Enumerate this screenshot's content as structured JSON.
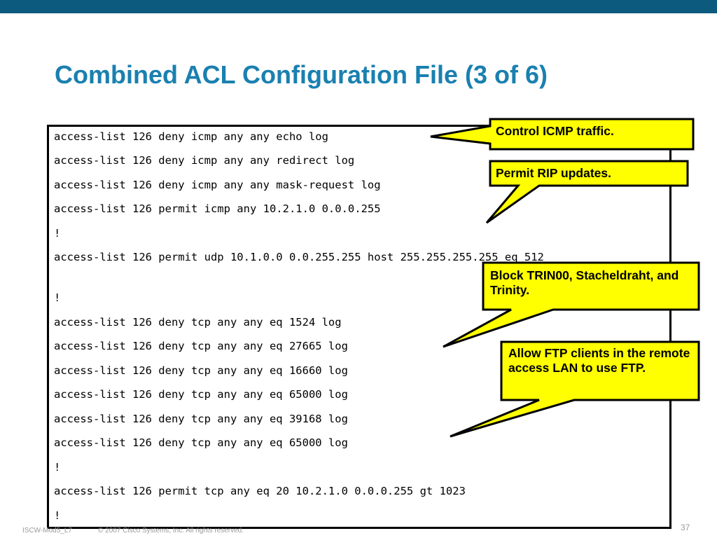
{
  "slide": {
    "title": "Combined ACL Configuration File (3 of 6)"
  },
  "code": {
    "lines": [
      "access-list 126 deny icmp any any echo log",
      "access-list 126 deny icmp any any redirect log",
      "access-list 126 deny icmp any any mask-request log",
      "access-list 126 permit icmp any 10.2.1.0 0.0.0.255",
      "!",
      "access-list 126 permit udp 10.1.0.0 0.0.255.255 host 255.255.255.255 eq 512",
      "!",
      "access-list 126 deny tcp any any eq 1524 log",
      "access-list 126 deny tcp any any eq 27665 log",
      "access-list 126 deny tcp any any eq 16660 log",
      "access-list 126 deny tcp any any eq 65000 log",
      "access-list 126 deny tcp any any eq 39168 log",
      "access-list 126 deny tcp any any eq 65000 log",
      "!",
      "access-list 126 permit tcp any eq 20 10.2.1.0 0.0.0.255 gt 1023",
      "!"
    ]
  },
  "callouts": {
    "icmp": "Control ICMP traffic.",
    "rip": "Permit RIP updates.",
    "trinoo": "Block TRIN00, Stacheldraht, and Trinity.",
    "ftp": "Allow FTP clients in the remote access LAN to use FTP."
  },
  "footer": {
    "course": "ISCW-Mod5_L7",
    "copyright": "© 2007 Cisco Systems, Inc. All rights reserved.",
    "page": "37"
  },
  "colors": {
    "top_bar": "#0d5a7f",
    "title": "#1a80b0",
    "callout_fill": "#ffff00",
    "footer_text": "#9a9a9a"
  }
}
